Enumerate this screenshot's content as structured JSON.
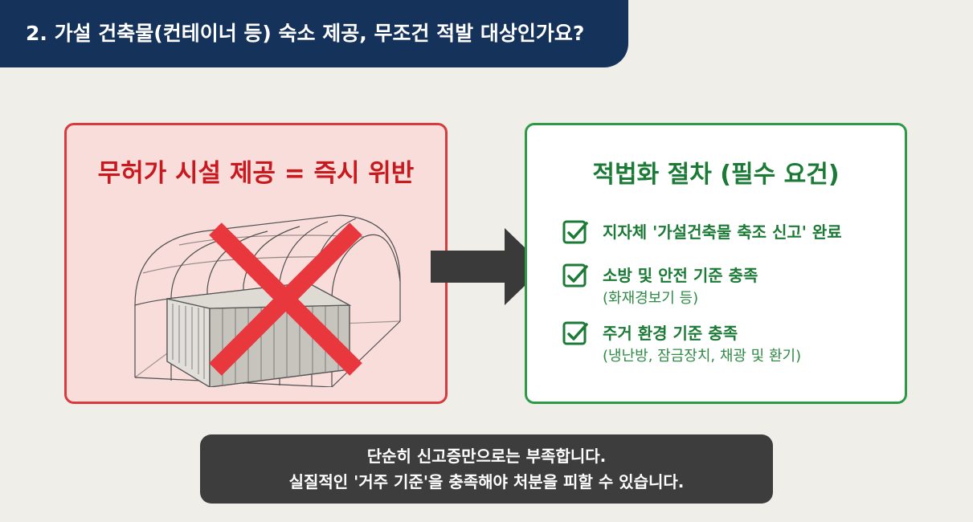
{
  "header": {
    "title": "2. 가설 건축물(컨테이너 등) 숙소 제공, 무조건 적발 대상인가요?"
  },
  "left_panel": {
    "title": "무허가 시설 제공 = 즉시 위반",
    "illustration": "greenhouse-container-crossed-out",
    "border_color": "#d93a3e",
    "background_color": "#f8dddb",
    "cross_color": "#e8383d"
  },
  "arrow": {
    "icon": "arrow-right-icon",
    "color": "#3a3a3a"
  },
  "right_panel": {
    "title": "적법화 절차 (필수 요건)",
    "border_color": "#2f9a45",
    "accent_color": "#1b7a35",
    "requirements": [
      {
        "icon": "checkbox-checked-icon",
        "text": "지자체 '가설건축물 축조 신고' 완료",
        "note": ""
      },
      {
        "icon": "checkbox-checked-icon",
        "text": "소방 및 안전 기준 충족",
        "note": "(화재경보기 등)"
      },
      {
        "icon": "checkbox-checked-icon",
        "text": "주거 환경 기준 충족",
        "note": "(냉난방, 잠금장치, 채광 및 환기)"
      }
    ]
  },
  "bottom_note": {
    "line1": "단순히 신고증만으로는 부족합니다.",
    "line2": "실질적인 '거주 기준'을 충족해야 처분을 피할 수 있습니다.",
    "background_color": "#3d3d3d"
  }
}
